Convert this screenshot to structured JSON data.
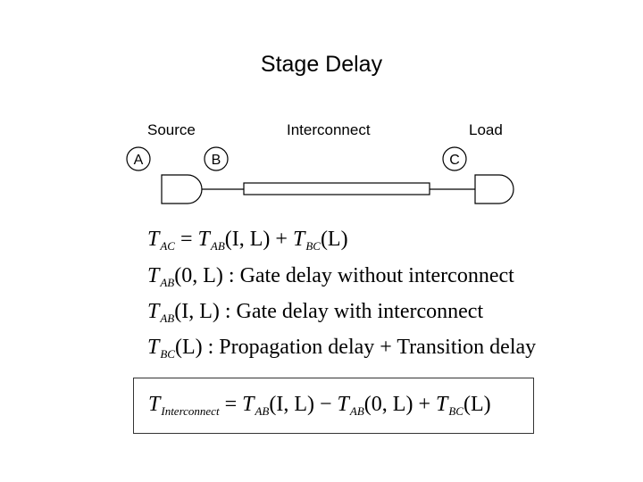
{
  "title": "Stage Delay",
  "diagram": {
    "source_label": "Source",
    "interconnect_label": "Interconnect",
    "load_label": "Load",
    "node_a": "A",
    "node_b": "B",
    "node_c": "C"
  },
  "equations": {
    "tac": {
      "t1": "T",
      "s1": "AC",
      "m1": " = ",
      "t2": "T",
      "s2": "AB",
      "m2": "(I, L) + ",
      "t3": "T",
      "s3": "BC",
      "m3": "(L)"
    },
    "gate_without": {
      "t": "T",
      "s": "AB",
      "arg": "(0, L)",
      "desc": " : Gate delay without interconnect"
    },
    "gate_with": {
      "t": "T",
      "s": "AB",
      "arg": "(I, L)",
      "desc": " : Gate delay with interconnect"
    },
    "propagation": {
      "t": "T",
      "s": "BC",
      "arg": "(L)",
      "desc": " : Propagation delay + Transition delay"
    },
    "interconnect": {
      "t1": "T",
      "s1": "Interconnect",
      "m1": " = ",
      "t2": "T",
      "s2": "AB",
      "m2": "(I, L) − ",
      "t3": "T",
      "s3": "AB",
      "m3": "(0, L) + ",
      "t4": "T",
      "s4": "BC",
      "m4": "(L)"
    }
  }
}
